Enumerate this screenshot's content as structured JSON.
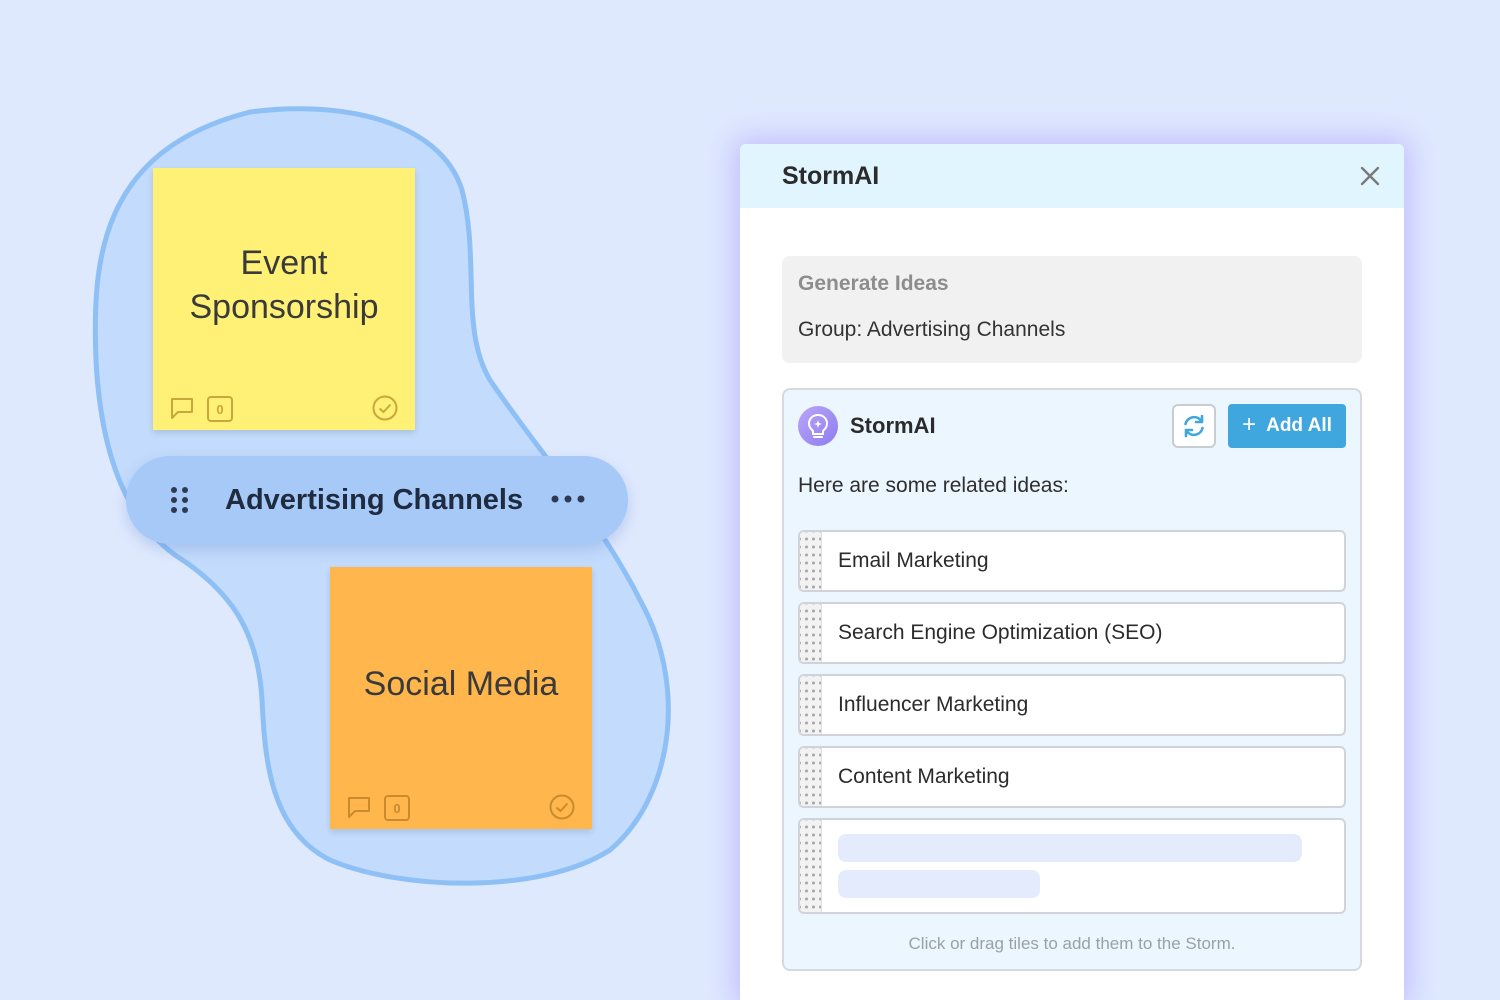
{
  "canvas": {
    "group": {
      "title": "Advertising Channels",
      "color": "#a6c9f8"
    },
    "notes": [
      {
        "text": "Event Sponsorship",
        "color": "#fff176",
        "comment_count": "0"
      },
      {
        "text": "Social Media",
        "color": "#ffb74d",
        "comment_count": "0"
      }
    ]
  },
  "panel": {
    "title": "StormAI",
    "generate": {
      "heading": "Generate Ideas",
      "group_line": "Group: Advertising Channels"
    },
    "assistant": {
      "name": "StormAI",
      "add_all_label": "Add All",
      "intro": "Here are some related ideas:",
      "ideas": [
        "Email Marketing",
        "Search Engine Optimization (SEO)",
        "Influencer Marketing",
        "Content Marketing"
      ],
      "hint": "Click or drag tiles to add them to the Storm."
    },
    "accent": "#3fa7dd"
  }
}
